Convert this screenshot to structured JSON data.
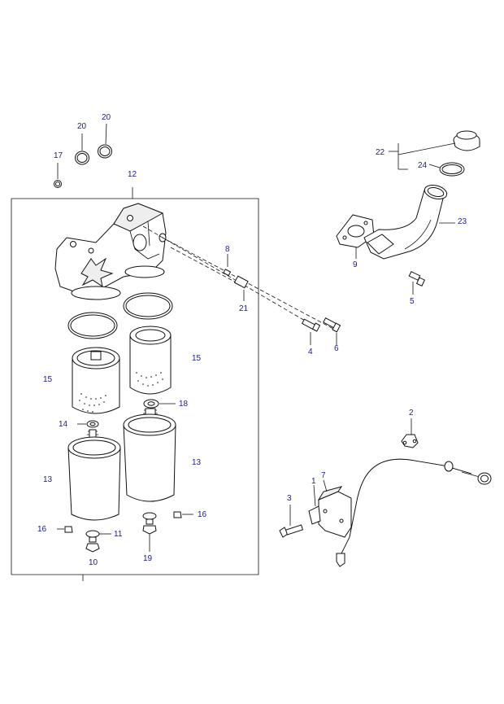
{
  "callouts": {
    "c1": "1",
    "c2": "2",
    "c3": "3",
    "c4": "4",
    "c5": "5",
    "c6": "6",
    "c7": "7",
    "c8": "8",
    "c9": "9",
    "c10": "10",
    "c11": "11",
    "c12": "12",
    "c13a": "13",
    "c13b": "13",
    "c14": "14",
    "c15a": "15",
    "c15b": "15",
    "c16a": "16",
    "c16b": "16",
    "c17": "17",
    "c18": "18",
    "c19": "19",
    "c20a": "20",
    "c20b": "20",
    "c21": "21",
    "c22": "22",
    "c23": "23",
    "c24": "24"
  },
  "colors": {
    "callout": "#1a1a8c",
    "line": "#111111",
    "background": "#ffffff"
  }
}
